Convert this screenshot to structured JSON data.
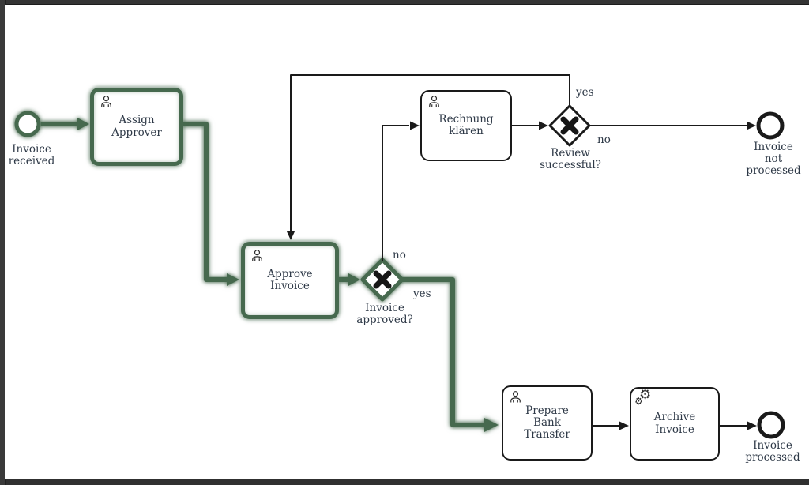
{
  "diagram": {
    "kind": "BPMN invoice approval process",
    "colors": {
      "highlight_green": "#46694e",
      "stroke_black": "#1a1a1a",
      "label_text": "#2e3947",
      "canvas": "#ffffff",
      "window_frame": "#343434"
    },
    "highlighted_path": [
      "start_event",
      "assign_approver",
      "approve_invoice",
      "gateway_invoice_approved",
      "prepare_bank_transfer"
    ],
    "nodes": {
      "start_event": {
        "label": "Invoice\nreceived",
        "type": "start-event"
      },
      "assign_approver": {
        "label": "Assign\nApprover",
        "type": "user-task"
      },
      "rechnung_klaeren": {
        "label": "Rechnung\nklären",
        "type": "user-task"
      },
      "approve_invoice": {
        "label": "Approve\nInvoice",
        "type": "user-task"
      },
      "gateway_invoice_approved": {
        "label": "Invoice\napproved?",
        "type": "exclusive-gateway"
      },
      "gateway_review_successful": {
        "label": "Review\nsuccessful?",
        "type": "exclusive-gateway"
      },
      "prepare_bank_transfer": {
        "label": "Prepare\nBank\nTransfer",
        "type": "user-task"
      },
      "archive_invoice": {
        "label": "Archive\nInvoice",
        "type": "service-task"
      },
      "end_not_processed": {
        "label": "Invoice not\nprocessed",
        "type": "end-event"
      },
      "end_processed": {
        "label": "Invoice\nprocessed",
        "type": "end-event"
      }
    },
    "edge_labels": {
      "invoice_approved_no": "no",
      "invoice_approved_yes": "yes",
      "review_successful_yes": "yes",
      "review_successful_no": "no"
    },
    "icons": {
      "gear_glyph": "⚙"
    }
  }
}
